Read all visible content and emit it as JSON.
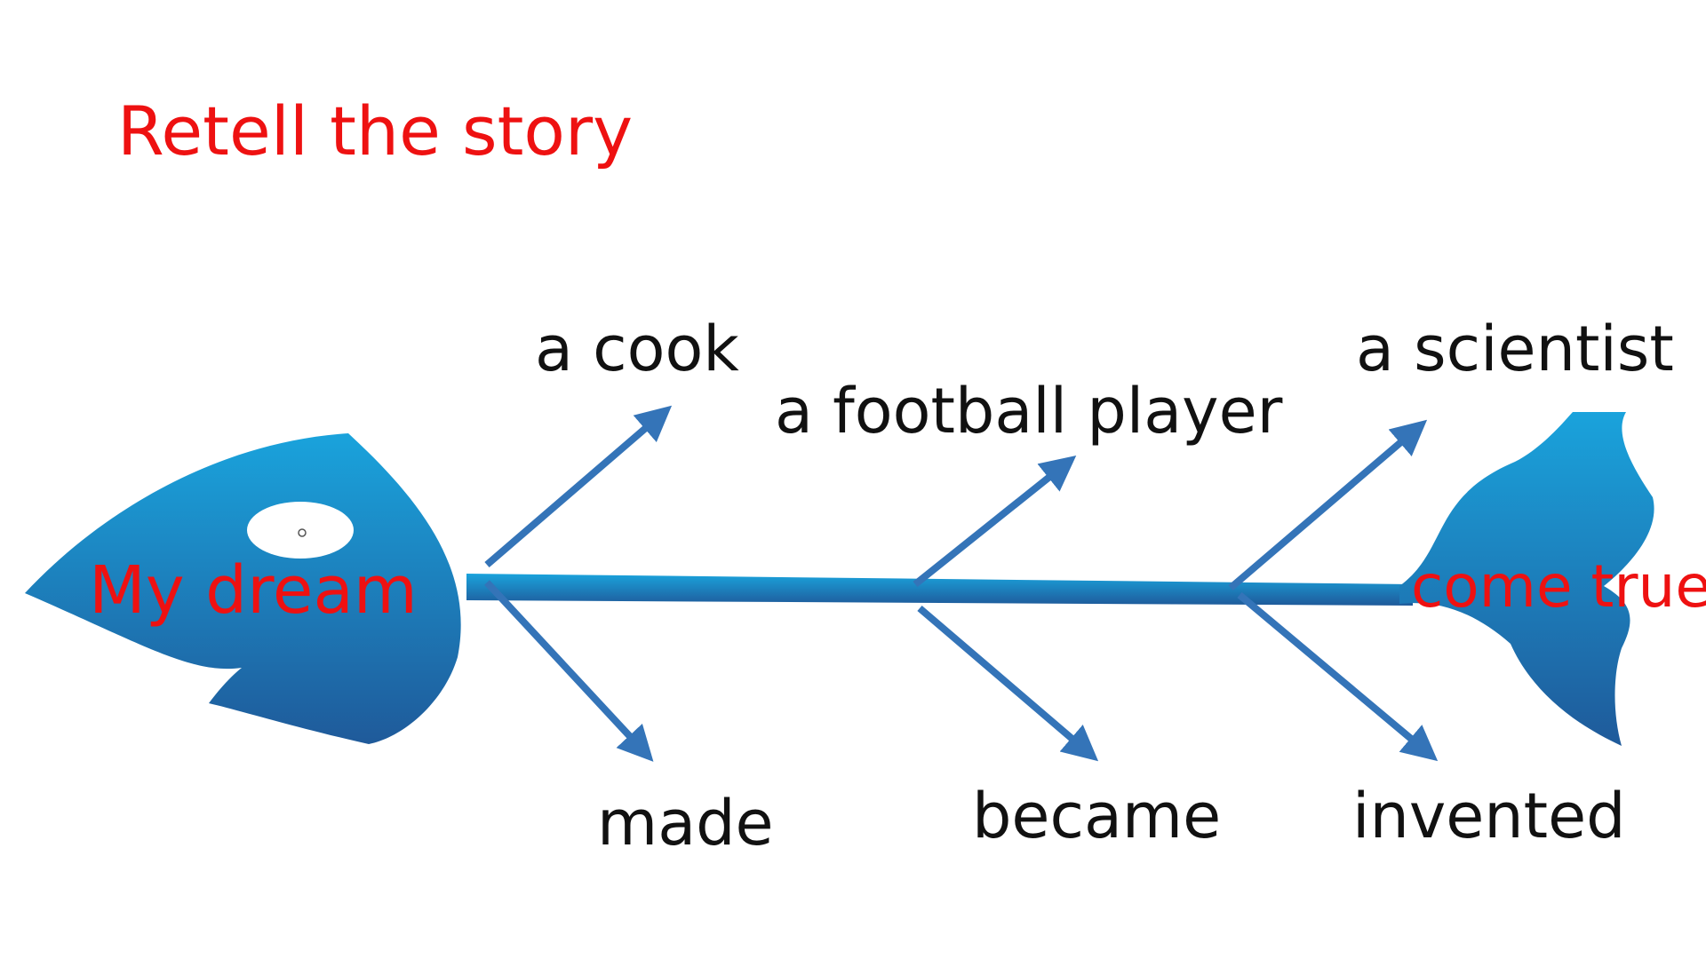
{
  "title": "Retell the story",
  "head_label": "My dream",
  "tail_label": "come true",
  "branches": {
    "top": [
      "a cook",
      "a football  player",
      "a scientist"
    ],
    "bottom": [
      "made",
      "became",
      "invented"
    ]
  },
  "colors": {
    "fish_light": "#1aa3dc",
    "fish_dark": "#1f5a9a",
    "arrow": "#3474b8",
    "title_red": "#ee1111",
    "text_black": "#111111"
  }
}
